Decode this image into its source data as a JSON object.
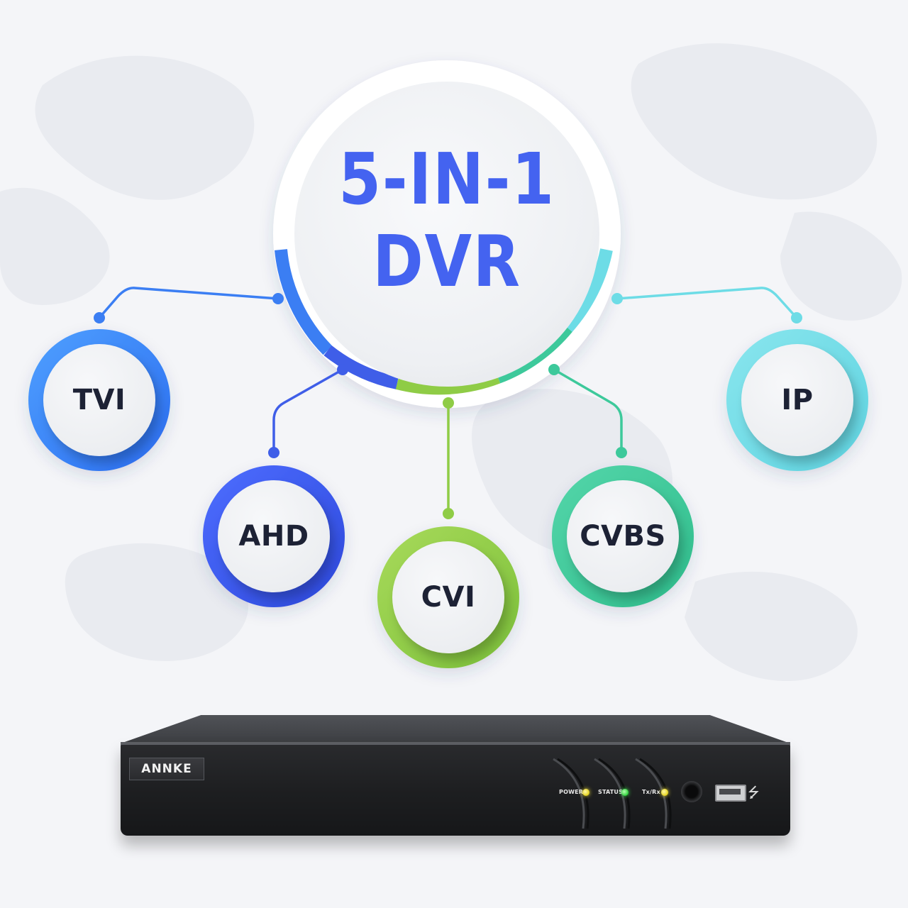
{
  "hub": {
    "line1": "5-IN-1",
    "line2": "DVR"
  },
  "formats": [
    {
      "label": "TVI",
      "ring_color": "#3b7ef3"
    },
    {
      "label": "AHD",
      "ring_color": "#3f5ee8"
    },
    {
      "label": "CVI",
      "ring_color": "#8fcc46"
    },
    {
      "label": "CVBS",
      "ring_color": "#3dc99b"
    },
    {
      "label": "IP",
      "ring_color": "#6ddce6"
    }
  ],
  "device": {
    "brand": "ANNKE",
    "indicators": [
      {
        "label": "POWER",
        "state": "yellow"
      },
      {
        "label": "STATUS",
        "state": "green"
      },
      {
        "label": "Tx/Rx",
        "state": "yellow"
      }
    ],
    "usb_icon": "usb-icon"
  },
  "colors": {
    "accent_title": "#4463f0",
    "label_text": "#1d2235",
    "background": "#f4f5f8"
  }
}
